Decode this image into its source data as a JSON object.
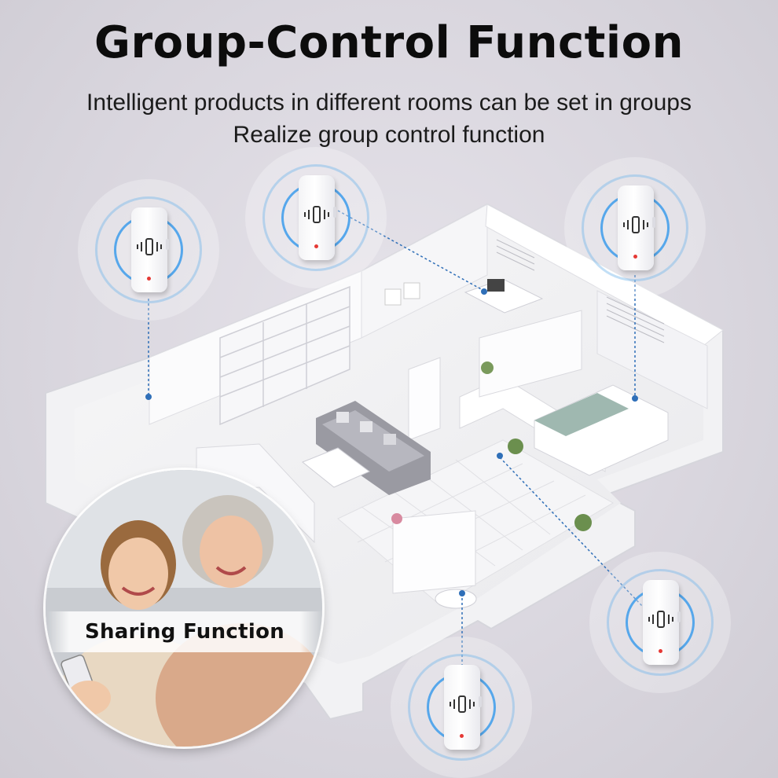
{
  "header": {
    "title": "Group-Control Function",
    "subtitle_line1": "Intelligent products in different rooms can be set in groups",
    "subtitle_line2": "Realize group control function"
  },
  "inset": {
    "label": "Sharing Function"
  },
  "icons": {
    "sensor": "vibration-sensor-icon",
    "device_glyph": "vibration-icon"
  },
  "colors": {
    "halo_ring": "#46a0eb",
    "connector_line": "#2f6fb8",
    "led": "#e53935"
  }
}
